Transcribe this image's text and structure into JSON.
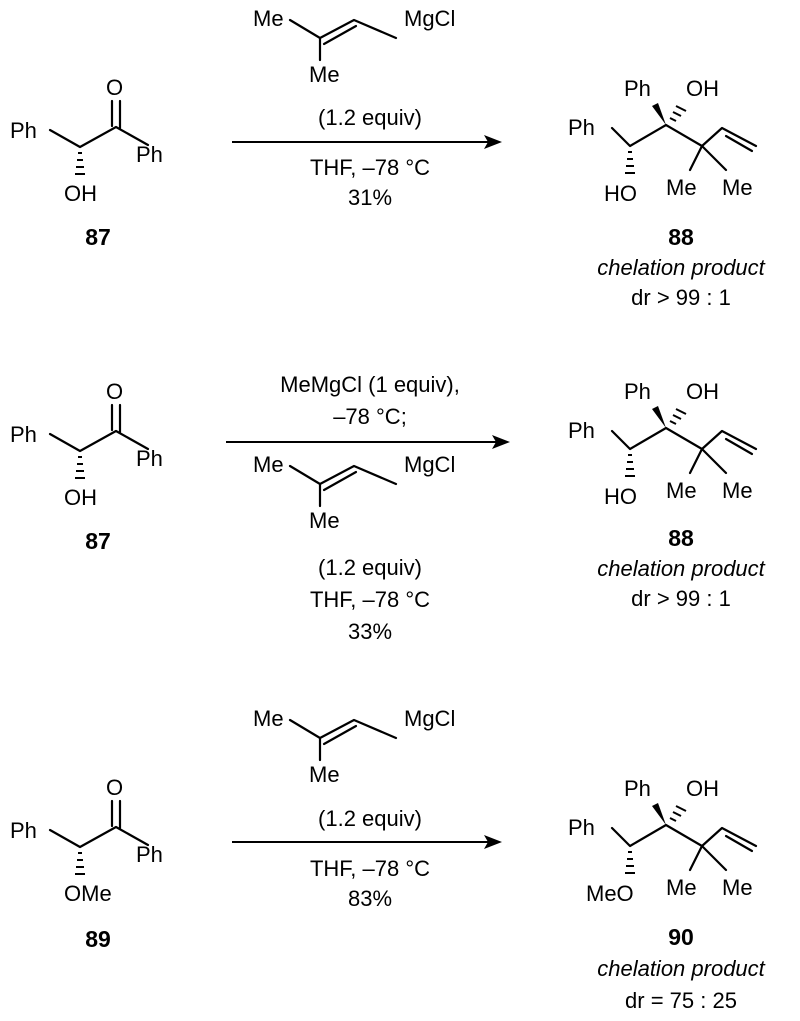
{
  "atoms": {
    "ph": "Ph",
    "o": "O",
    "oh": "OH",
    "ho": "HO",
    "ome": "OMe",
    "meo": "MeO",
    "me": "Me",
    "mgcl": "MgCl"
  },
  "reactions": [
    {
      "sm_label": "87",
      "sm_sub": "OH",
      "reagent_a": "",
      "reagent_b": "",
      "equiv": "(1.2 equiv)",
      "solvent": "THF, –78 °C",
      "yield": "31%",
      "product_label": "88",
      "product_sub": "HO",
      "product_desc": "chelation product",
      "dr": "dr > 99 : 1"
    },
    {
      "sm_label": "87",
      "sm_sub": "OH",
      "reagent_a": "MeMgCl (1 equiv),",
      "reagent_b": "–78 °C;",
      "equiv": "(1.2 equiv)",
      "solvent": "THF, –78 °C",
      "yield": "33%",
      "product_label": "88",
      "product_sub": "HO",
      "product_desc": "chelation product",
      "dr": "dr > 99 : 1"
    },
    {
      "sm_label": "89",
      "sm_sub": "OMe",
      "reagent_a": "",
      "reagent_b": "",
      "equiv": "(1.2 equiv)",
      "solvent": "THF, –78 °C",
      "yield": "83%",
      "product_label": "90",
      "product_sub": "MeO",
      "product_desc": "chelation product",
      "dr": "dr = 75 : 25"
    }
  ]
}
